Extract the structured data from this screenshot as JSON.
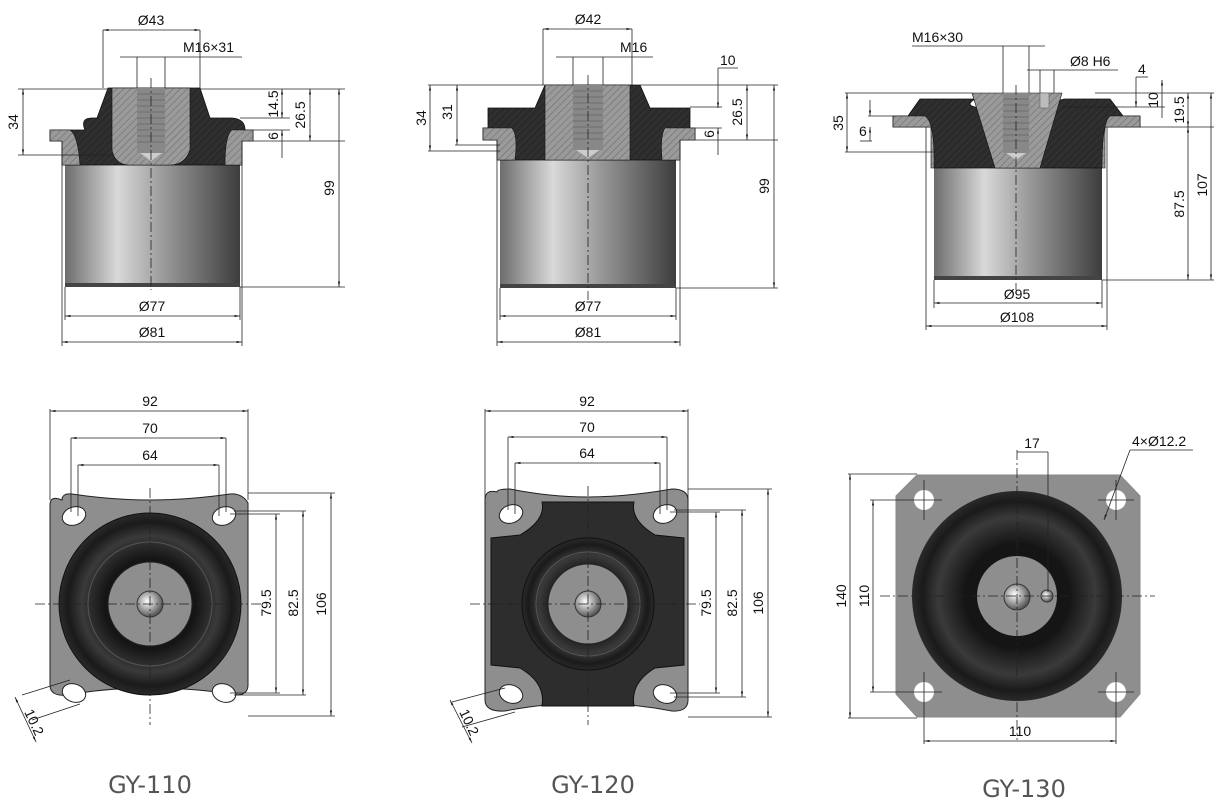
{
  "drawings": [
    {
      "model": "GY-110",
      "section": {
        "top_diameter": "Ø43",
        "thread": "M16×31",
        "height_flange": "34",
        "h_top": "14.5",
        "h_mid": "26.5",
        "flange_thk": "6",
        "total_height": "99",
        "body_diameter": "Ø77",
        "flange_diameter": "Ø81"
      },
      "plan": {
        "width": "92",
        "hole_outer": "70",
        "hole_inner": "64",
        "slot_inner": "79.5",
        "slot_outer": "82.5",
        "length": "106",
        "slot_width": "10.2"
      }
    },
    {
      "model": "GY-120",
      "section": {
        "top_diameter": "Ø42",
        "thread": "M16",
        "h_step": "10",
        "height_flange": "34",
        "height_inner": "31",
        "h_mid": "26.5",
        "flange_thk": "6",
        "total_height": "99",
        "body_diameter": "Ø77",
        "flange_diameter": "Ø81"
      },
      "plan": {
        "width": "92",
        "hole_outer": "70",
        "hole_inner": "64",
        "slot_inner": "79.5",
        "slot_outer": "82.5",
        "length": "106",
        "slot_width": "10.2"
      }
    },
    {
      "model": "GY-130",
      "section": {
        "thread": "M16×30",
        "pin_hole": "Ø8 H6",
        "h_small": "4",
        "h_10": "10",
        "h_19": "19.5",
        "height_flange": "35",
        "flange_thk": "6",
        "h_body": "87.5",
        "total_height": "107",
        "body_diameter": "Ø95",
        "flange_diameter": "Ø108"
      },
      "plan": {
        "pin_offset": "17",
        "holes": "4×Ø12.2",
        "length": "140",
        "hole_pitch_v": "110",
        "hole_pitch_h": "110"
      }
    }
  ],
  "colors": {
    "rubber": "#2b2b2b",
    "steel": "#9a9a9a",
    "plate": "#8e8e8e",
    "label": "#555555"
  }
}
